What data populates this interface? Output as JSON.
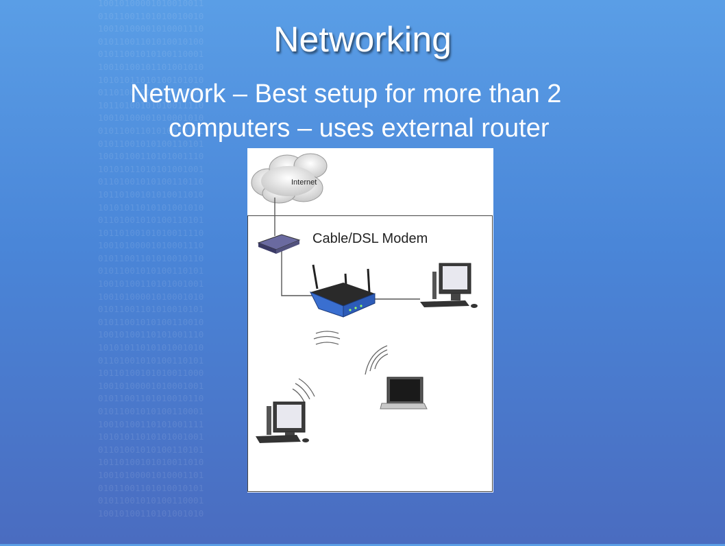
{
  "slide": {
    "title": "Networking",
    "bullet_line1": "Network – Best setup for more than 2",
    "bullet_line2": "computers – uses external router"
  },
  "diagram": {
    "internet_label": "Internet",
    "modem_label": "Cable/DSL Modem"
  },
  "colors": {
    "background_top": "#5a9ee6",
    "background_bottom": "#4a6cc0",
    "router_blue": "#3a6fd0"
  }
}
